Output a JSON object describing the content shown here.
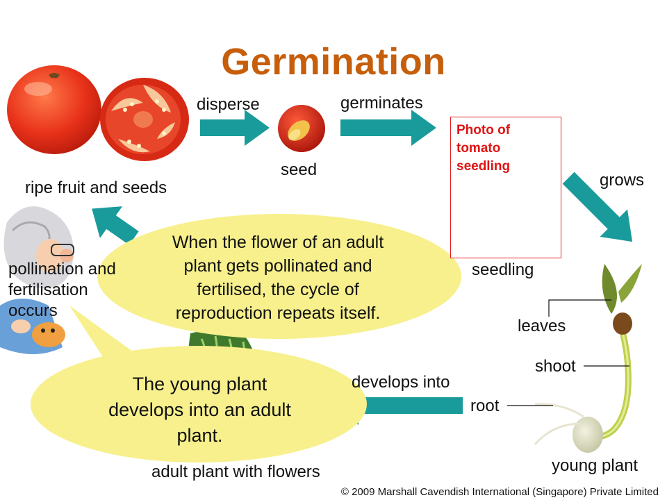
{
  "title": "Germination",
  "labels": {
    "ripe_fruit": "ripe fruit and seeds",
    "disperse": "disperse",
    "seed": "seed",
    "germinates": "germinates",
    "grows": "grows",
    "seedling": "seedling",
    "leaves": "leaves",
    "shoot": "shoot",
    "root": "root",
    "young_plant": "young plant",
    "develops_into": "develops into",
    "adult_plant": "adult plant with flowers",
    "pollination_line1": "pollination and",
    "pollination_line2": "fertilisation",
    "pollination_line3": "occurs"
  },
  "photo_placeholder": {
    "line1": "Photo of",
    "line2": "tomato",
    "line3": "seedling"
  },
  "bubbles": {
    "top": {
      "line1": "When the flower of an adult",
      "line2": "plant gets pollinated and",
      "line3": "fertilised, the cycle of",
      "line4": "reproduction repeats itself."
    },
    "bottom": {
      "line1": "The young plant",
      "line2": "develops into an adult",
      "line3": "plant."
    }
  },
  "copyright": "© 2009 Marshall Cavendish International (Singapore) Private Limited",
  "colors": {
    "title": "#c65e0b",
    "arrow": "#1a9b9b",
    "bubble": "#f7f08c",
    "photo_text": "#e01414"
  },
  "icons": [
    "tomato-image",
    "seed-image",
    "young-plant-image",
    "adult-plant-image",
    "teacher-character-image"
  ]
}
